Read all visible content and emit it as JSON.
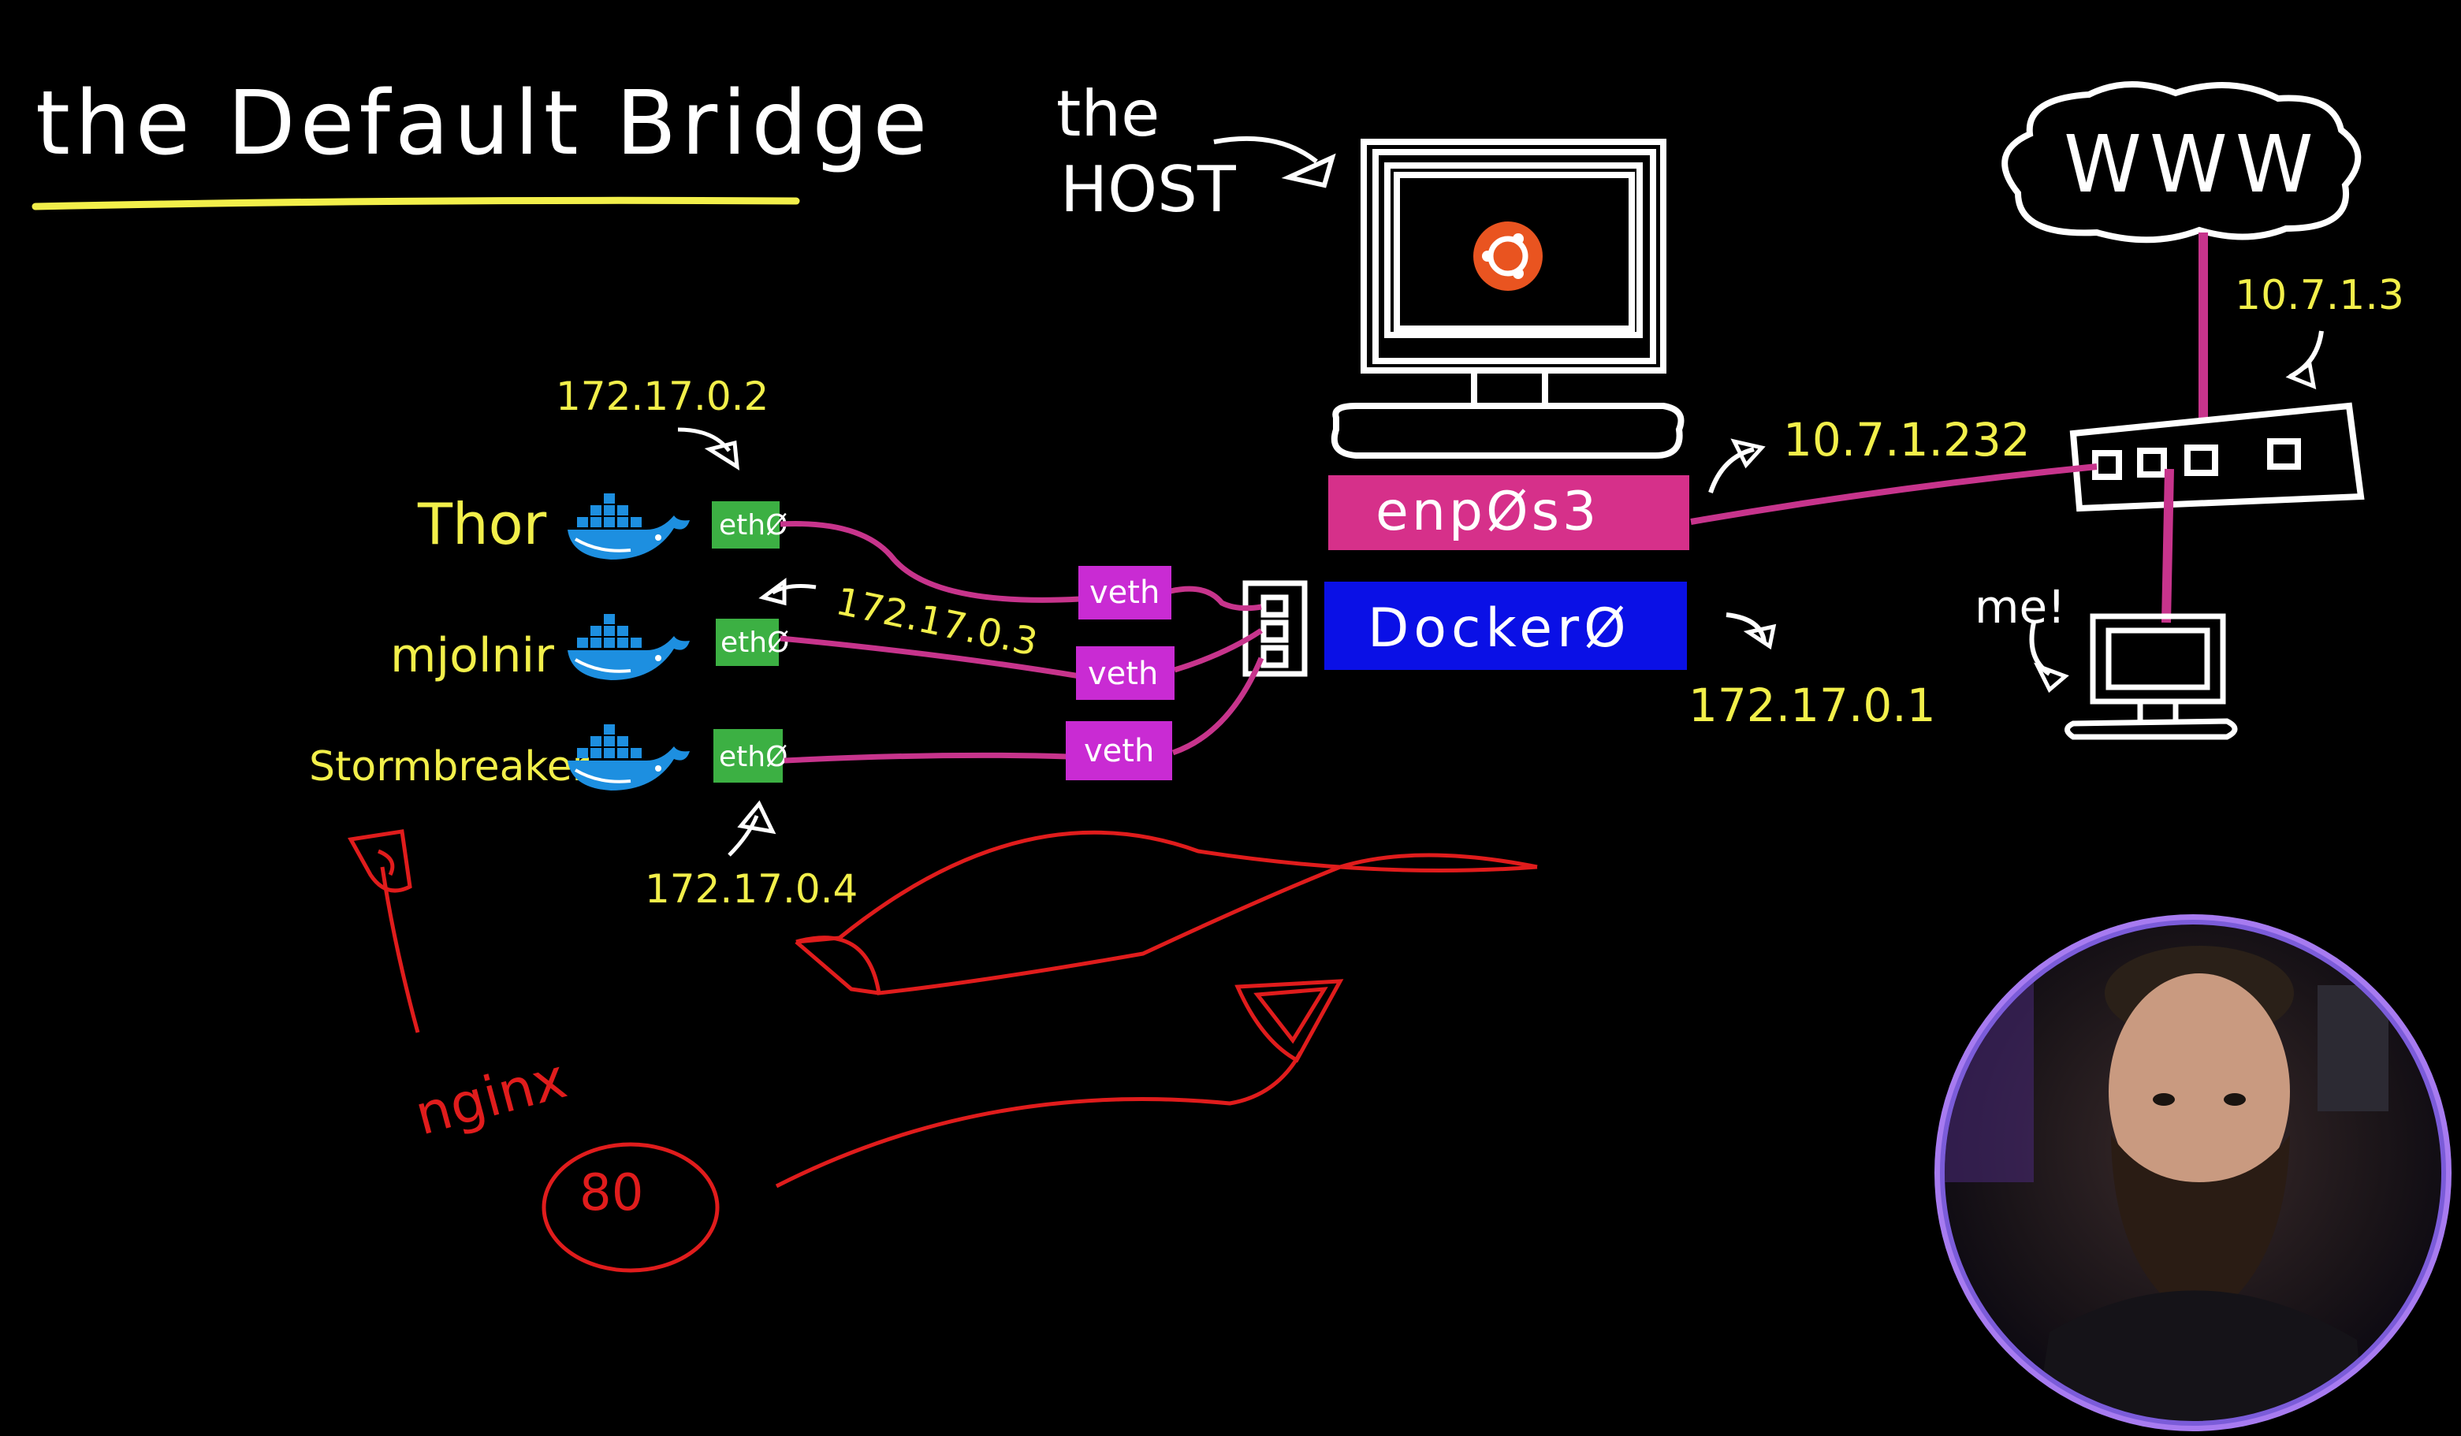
{
  "title": "the Default Bridge",
  "host": {
    "label_line1": "the",
    "label_line2": "HOST"
  },
  "internet": {
    "label": "WWW"
  },
  "router": {
    "ip": "10.7.1.3"
  },
  "host_interface": {
    "name": "enpØs3",
    "ip": "10.7.1.232"
  },
  "bridge": {
    "name": "DockerØ",
    "ip": "172.17.0.1"
  },
  "me": {
    "label": "me!"
  },
  "containers": [
    {
      "name": "Thor",
      "iface": "ethØ",
      "ip": "172.17.0.2",
      "veth": "veth"
    },
    {
      "name": "mjolnir",
      "iface": "ethØ",
      "ip": "172.17.0.3",
      "veth": "veth"
    },
    {
      "name": "Stormbreaker",
      "iface": "ethØ",
      "ip": "172.17.0.4",
      "veth": "veth"
    }
  ],
  "nginx": {
    "label": "nginx",
    "port": "80"
  },
  "colors": {
    "background": "#000000",
    "title_underline": "#f2ef4a",
    "ip_text": "#f2ef4a",
    "host_interface": "#d6308a",
    "bridge": "#0a10e6",
    "veth": "#c92bd3",
    "eth": "#3cb043",
    "cable": "#c7348c",
    "annotation": "#e01c1c",
    "webcam_ring": "#a77bf0"
  },
  "icons": [
    "docker-whale-icon",
    "ubuntu-logo-icon",
    "monitor-icon",
    "laptop-icon",
    "switch-icon",
    "cloud-icon"
  ]
}
